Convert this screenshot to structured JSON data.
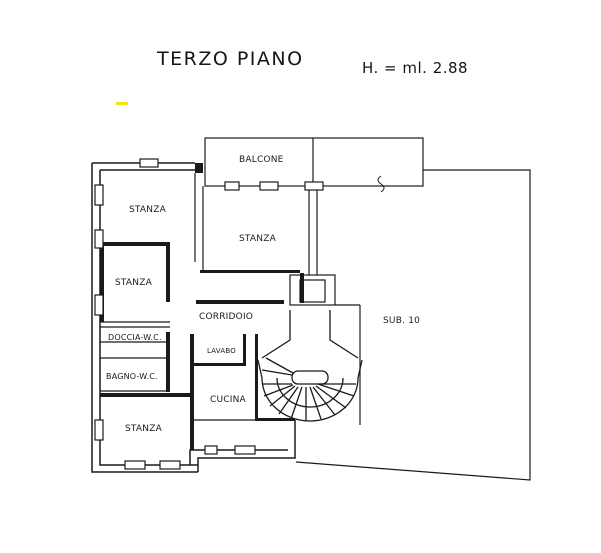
{
  "header": {
    "title": "TERZO PIANO",
    "height_note": "H. = ml. 2.88"
  },
  "rooms": {
    "balcone": "BALCONE",
    "stanza_top_left": "STANZA",
    "stanza_top_center": "STANZA",
    "stanza_middle_left": "STANZA",
    "corridoio": "CORRIDOIO",
    "doccia_wc": "DOCCIA-W.C.",
    "lavabo": "LAVABO",
    "bagno_wc": "BAGNO-W.C.",
    "cucina": "CUCINA",
    "stanza_bottom_left": "STANZA",
    "sub_10": "SUB. 10"
  },
  "colors": {
    "wall": "#1a1a1a",
    "highlight_marker": "#f2e21a"
  }
}
